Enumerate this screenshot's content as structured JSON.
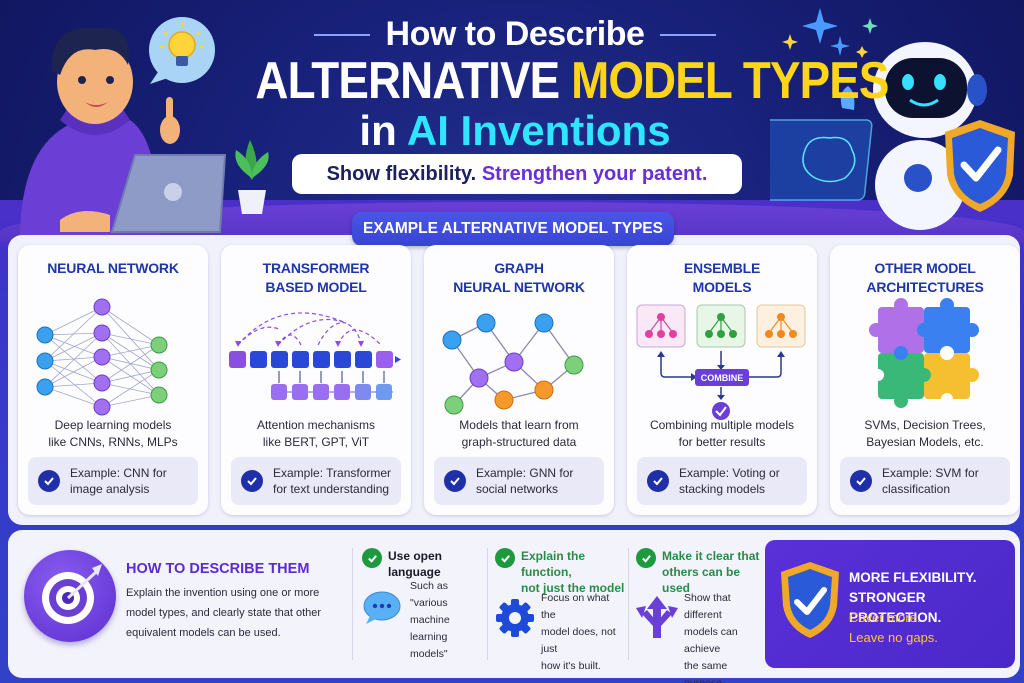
{
  "header": {
    "line1": "How to Describe",
    "line2_white": "ALTERNATIVE",
    "line2_yellow": "MODEL TYPES",
    "line3_white": "in",
    "line3_cyan": "AI Inventions",
    "subtitle_dark": "Show flexibility.",
    "subtitle_purple": "Strengthen your patent."
  },
  "section_badge": "EXAMPLE ALTERNATIVE MODEL TYPES",
  "cards": [
    {
      "title_1": "NEURAL NETWORK",
      "title_2": "",
      "desc_1": "Deep learning models",
      "desc_2": "like CNNs, RNNs, MLPs",
      "example_1": "Example: CNN for",
      "example_2": "image analysis",
      "icon": "neural-network-diagram"
    },
    {
      "title_1": "TRANSFORMER",
      "title_2": "BASED MODEL",
      "desc_1": "Attention mechanisms",
      "desc_2": "like BERT, GPT, ViT",
      "example_1": "Example: Transformer",
      "example_2": "for text understanding",
      "icon": "attention-diagram"
    },
    {
      "title_1": "GRAPH",
      "title_2": "NEURAL NETWORK",
      "desc_1": "Models that learn from",
      "desc_2": "graph-structured data",
      "example_1": "Example: GNN for",
      "example_2": "social networks",
      "icon": "graph-diagram"
    },
    {
      "title_1": "ENSEMBLE",
      "title_2": "MODELS",
      "desc_1": "Combining multiple models",
      "desc_2": "for better results",
      "example_1": "Example: Voting or",
      "example_2": "stacking models",
      "icon": "ensemble-diagram",
      "combine_label": "COMBINE"
    },
    {
      "title_1": "OTHER MODEL",
      "title_2": "ARCHITECTURES",
      "desc_1": "SVMs, Decision Trees,",
      "desc_2": "Bayesian Models, etc.",
      "example_1": "Example: SVM for",
      "example_2": "classification",
      "icon": "puzzle-icon"
    }
  ],
  "how": {
    "title": "HOW TO DESCRIBE THEM",
    "desc": "Explain the invention using one or more model types, and clearly state that other equivalent models can be used."
  },
  "tips": [
    {
      "head_1": "Use open language",
      "head_2": "",
      "body_1": "Such as \"various",
      "body_2": "machine learning",
      "body_3": "models\"",
      "icon": "speech-bubble-icon"
    },
    {
      "head_1": "Explain the function,",
      "head_2": "not just the model",
      "body_1": "Focus on what the",
      "body_2": "model does, not just",
      "body_3": "how it's built.",
      "icon": "gear-icon"
    },
    {
      "head_1": "Make it clear that",
      "head_2": "others can be used",
      "body_1": "Show that different",
      "body_2": "models can achieve",
      "body_3": "the same purpose.",
      "icon": "split-arrows-icon"
    }
  ],
  "promo": {
    "line1": "MORE FLEXIBILITY.",
    "line2": "STRONGER PROTECTION.",
    "line3": "Cover more.",
    "line4": "Leave no gaps."
  },
  "colors": {
    "background": "#151a5c",
    "title_yellow": "#ffd51a",
    "title_cyan": "#2ee6ff",
    "card_title": "#1f36a8",
    "accent_purple": "#5a2bd2",
    "check_green": "#1e9a3e",
    "promo_gold": "#ffc640"
  }
}
